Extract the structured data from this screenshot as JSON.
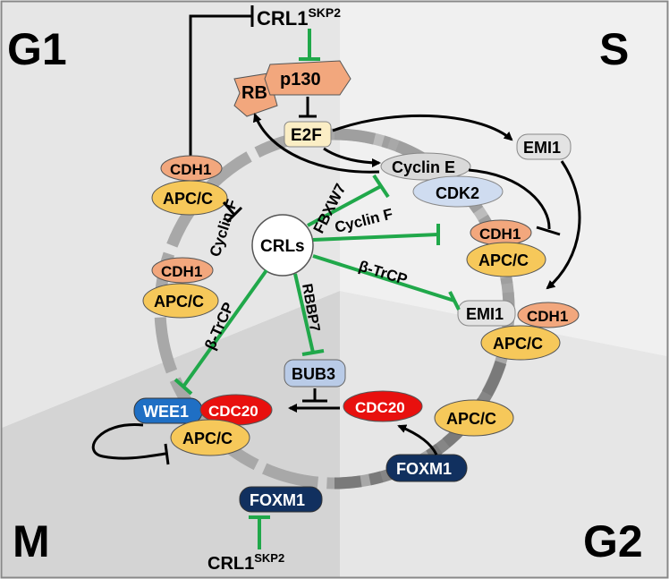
{
  "phases": {
    "g1": "G1",
    "s": "S",
    "g2": "G2",
    "m": "M"
  },
  "colors": {
    "cdh1": "#f2a77d",
    "apcc": "#f6c85a",
    "cyclin_e": "#d9d9d9",
    "cdk2": "#cfdcf0",
    "emi1": "#e3e3e3",
    "cdc20": "#e8100e",
    "wee1": "#1f6fc4",
    "foxm1": "#11305f",
    "bub3": "#b9cbe7",
    "e2f": "#fbeec5",
    "rb": "#f2a77d",
    "inhibit_green": "#20a84a"
  },
  "nodes": {
    "crl1_top": {
      "main": "CRL1",
      "sup": "SKP2"
    },
    "crl1_bottom": {
      "main": "CRL1",
      "sup": "SKP2"
    },
    "rb": "RB",
    "p130": "p130",
    "e2f": "E2F",
    "emi1_top": "EMI1",
    "cyclin_e": "Cyclin E",
    "cdk2": "CDK2",
    "cdh1_g1_top": "CDH1",
    "apcc_g1_top": "APC/C",
    "cdh1_g1_bottom": "CDH1",
    "apcc_g1_bottom": "APC/C",
    "cdh1_s": "CDH1",
    "apcc_s": "APC/C",
    "emi1_s": "EMI1",
    "cdh1_s2": "CDH1",
    "apcc_s2": "APC/C",
    "crls": "CRLs",
    "bub3": "BUB3",
    "cdc20_g2": "CDC20",
    "apcc_g2": "APC/C",
    "foxm1_g2": "FOXM1",
    "wee1": "WEE1",
    "cdc20_m": "CDC20",
    "apcc_m": "APC/C",
    "foxm1_m": "FOXM1"
  },
  "edge_labels": {
    "cyclin_f_left": "Cyclin F",
    "fbxw7": "FBXW7",
    "cyclin_f_right": "Cyclin F",
    "btrcp_right": "β-TrCP",
    "btrcp_left": "β-TrCP",
    "rbbp7": "RBBP7"
  }
}
